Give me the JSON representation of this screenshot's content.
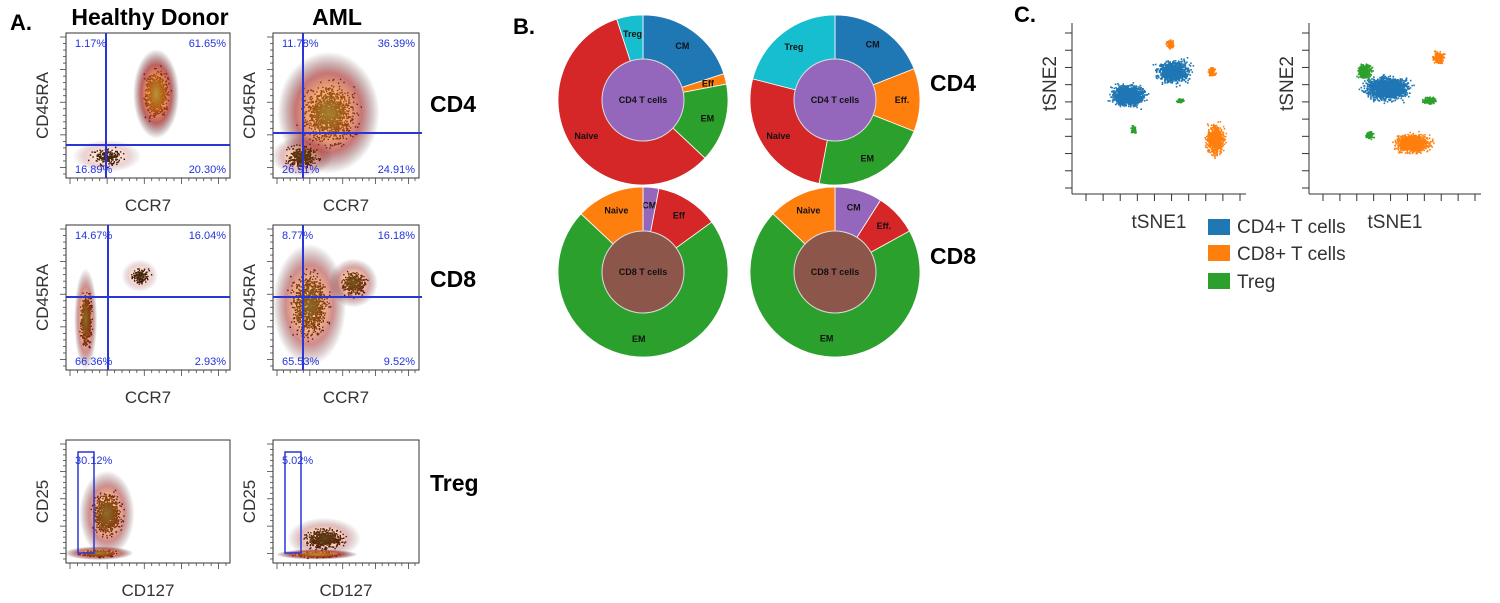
{
  "panels": {
    "a_label": "A.",
    "b_label": "B.",
    "c_label": "C."
  },
  "colors": {
    "gate": "#2a35d8",
    "pct_text": "#2233dd",
    "cm": "#1f77b4",
    "eff": "#ff7f0e",
    "em": "#2ca02c",
    "naive": "#d62728",
    "treg": "#17becf",
    "cm_cd8": "#9467bd",
    "cd4_center": "#9467bd",
    "cd8_center": "#8c564b",
    "tsne_cd4": "#1f77b4",
    "tsne_cd8": "#ff7f0e",
    "tsne_treg": "#2ca02c"
  },
  "chart_data": [
    {
      "type": "scatter",
      "id": "flow-cytometry",
      "column_headers": [
        "Healthy Donor",
        "AML"
      ],
      "row_labels": [
        "CD4",
        "CD8",
        "Treg"
      ],
      "plots": [
        {
          "row": "CD4",
          "column": "Healthy Donor",
          "xlabel": "CCR7",
          "ylabel": "CD45RA",
          "quadrants": {
            "ul": "1.17%",
            "ur": "61.65%",
            "ll": "16.89%",
            "lr": "20.30%"
          }
        },
        {
          "row": "CD4",
          "column": "AML",
          "xlabel": "CCR7",
          "ylabel": "CD45RA",
          "quadrants": {
            "ul": "11.78%",
            "ur": "36.39%",
            "ll": "26.91%",
            "lr": "24.91%"
          }
        },
        {
          "row": "CD8",
          "column": "Healthy Donor",
          "xlabel": "CCR7",
          "ylabel": "CD45RA",
          "quadrants": {
            "ul": "14.67%",
            "ur": "16.04%",
            "ll": "66.36%",
            "lr": "2.93%"
          }
        },
        {
          "row": "CD8",
          "column": "AML",
          "xlabel": "CCR7",
          "ylabel": "CD45RA",
          "quadrants": {
            "ul": "8.77%",
            "ur": "16.18%",
            "ll": "65.53%",
            "lr": "9.52%"
          }
        },
        {
          "row": "Treg",
          "column": "Healthy Donor",
          "xlabel": "CD127",
          "ylabel": "CD25",
          "gate": "30.12%"
        },
        {
          "row": "Treg",
          "column": "AML",
          "xlabel": "CD127",
          "ylabel": "CD25",
          "gate": "5.02%"
        }
      ]
    },
    {
      "type": "pie",
      "id": "donuts",
      "row_labels": [
        "CD4",
        "CD8"
      ],
      "donuts": [
        {
          "center": "CD4 T cells",
          "slices": [
            {
              "label": "CM",
              "value": 20,
              "color": "#1f77b4"
            },
            {
              "label": "Eff",
              "value": 2,
              "color": "#ff7f0e"
            },
            {
              "label": "EM",
              "value": 15,
              "color": "#2ca02c"
            },
            {
              "label": "Naive",
              "value": 58,
              "color": "#d62728"
            },
            {
              "label": "Treg",
              "value": 5,
              "color": "#17becf"
            }
          ]
        },
        {
          "center": "CD4 T cells",
          "slices": [
            {
              "label": "CM",
              "value": 19,
              "color": "#1f77b4"
            },
            {
              "label": "Eff.",
              "value": 12,
              "color": "#ff7f0e"
            },
            {
              "label": "EM",
              "value": 22,
              "color": "#2ca02c"
            },
            {
              "label": "Naive",
              "value": 26,
              "color": "#d62728"
            },
            {
              "label": "Treg",
              "value": 21,
              "color": "#17becf"
            }
          ]
        },
        {
          "center": "CD8 T cells",
          "slices": [
            {
              "label": "CM",
              "value": 3,
              "color": "#9467bd"
            },
            {
              "label": "Eff",
              "value": 12,
              "color": "#d62728"
            },
            {
              "label": "EM",
              "value": 72,
              "color": "#2ca02c"
            },
            {
              "label": "Naive",
              "value": 13,
              "color": "#ff7f0e"
            }
          ]
        },
        {
          "center": "CD8 T cells",
          "slices": [
            {
              "label": "CM",
              "value": 9,
              "color": "#9467bd"
            },
            {
              "label": "Eff.",
              "value": 8,
              "color": "#d62728"
            },
            {
              "label": "EM",
              "value": 70,
              "color": "#2ca02c"
            },
            {
              "label": "Naive",
              "value": 13,
              "color": "#ff7f0e"
            }
          ]
        }
      ]
    },
    {
      "type": "scatter",
      "id": "tsne",
      "xlabel": "tSNE1",
      "ylabel": "tSNE2",
      "legend": [
        "CD4+ T cells",
        "CD8+ T cells",
        "Treg"
      ],
      "legend_position": "bottom"
    }
  ]
}
